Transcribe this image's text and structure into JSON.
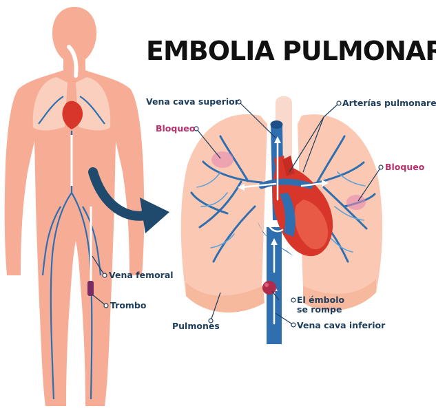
{
  "title": "EMBOLIA PULMONAR",
  "labels": {
    "vena_cava_superior": "Vena cava superior",
    "arterias_pulmonares": "Arterías pulmonares",
    "bloqueo_left": "Bloqueo",
    "bloqueo_right": "Bloqueo",
    "vena_femoral": "Vena femoral",
    "trombo": "Trombo",
    "embolo_line1": "El émbolo",
    "embolo_line2": "se rompe",
    "pulmones": "Pulmones",
    "vena_cava_inferior": "Vena cava inferior"
  },
  "colors": {
    "skin": "#f7ad95",
    "lung": "#fbc9b3",
    "vein": "#2f6fb0",
    "vein_light": "#5ea2d6",
    "heart": "#d8362a",
    "blockage": "#b8306c",
    "arrow": "#1f4a6e",
    "label": "#1d3d5c"
  }
}
